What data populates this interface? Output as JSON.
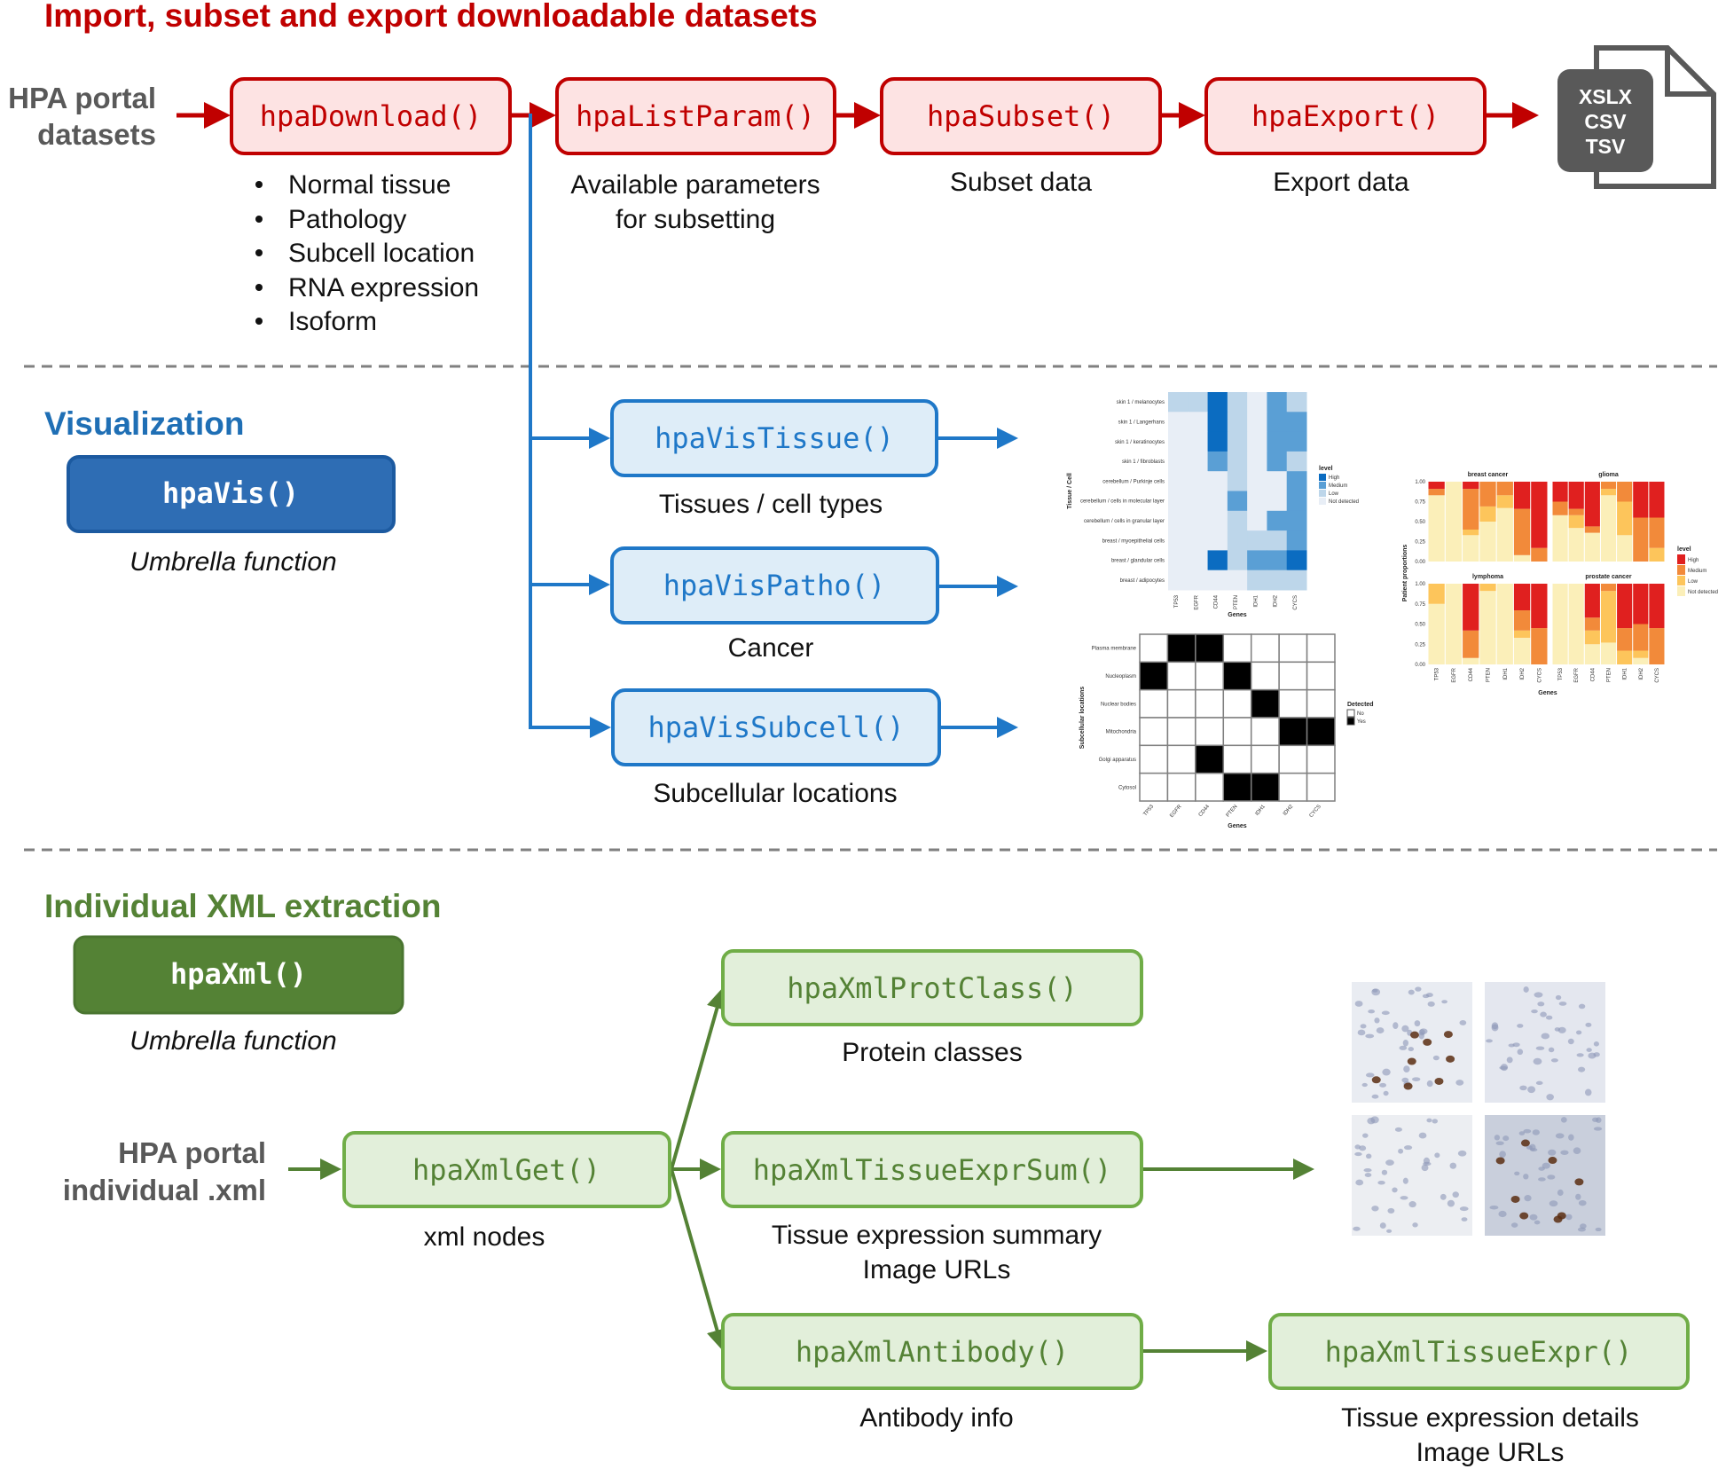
{
  "colors": {
    "import": "#c00000",
    "import_fill": "#fde3e3",
    "vis": "#1f78c8",
    "vis_fill": "#deedf8",
    "vis_dark": "#2e6db4",
    "xml": "#548235",
    "xml_light": "#70ad47",
    "xml_fill": "#e2efda"
  },
  "import_section": {
    "title": "Import, subset and export downloadable datasets",
    "source": [
      "HPA portal",
      "datasets"
    ],
    "functions": [
      "hpaDownload()",
      "hpaListParam()",
      "hpaSubset()",
      "hpaExport()"
    ],
    "download_items": [
      "Normal tissue",
      "Pathology",
      "Subcell location",
      "RNA expression",
      "Isoform"
    ],
    "listparam_caption": [
      "Available parameters",
      "for subsetting"
    ],
    "subset_caption": "Subset data",
    "export_caption": "Export data",
    "file_formats": [
      "XSLX",
      "CSV",
      "TSV"
    ],
    "file_icon": "document-icon"
  },
  "vis_section": {
    "title": "Visualization",
    "umbrella": "hpaVis()",
    "umbrella_caption": "Umbrella function",
    "functions": [
      {
        "name": "hpaVisTissue()",
        "caption": "Tissues / cell types"
      },
      {
        "name": "hpaVisPatho()",
        "caption": "Cancer"
      },
      {
        "name": "hpaVisSubcell()",
        "caption": "Subcellular locations"
      }
    ]
  },
  "xml_section": {
    "title": "Individual XML extraction",
    "umbrella": "hpaXml()",
    "umbrella_caption": "Umbrella function",
    "source": [
      "HPA portal",
      "individual .xml"
    ],
    "get": {
      "name": "hpaXmlGet()",
      "caption": "xml nodes"
    },
    "protclass": {
      "name": "hpaXmlProtClass()",
      "caption": "Protein classes"
    },
    "exprsum": {
      "name": "hpaXmlTissueExprSum()",
      "caption": [
        "Tissue expression summary",
        "Image URLs"
      ]
    },
    "antibody": {
      "name": "hpaXmlAntibody()",
      "caption": "Antibody info"
    },
    "tissueexpr": {
      "name": "hpaXmlTissueExpr()",
      "caption": [
        "Tissue expression details",
        "Image URLs"
      ]
    },
    "images": [
      "ihc-tissue-image",
      "ihc-tissue-image",
      "ihc-tissue-image",
      "ihc-tissue-image"
    ]
  },
  "chart_data": [
    {
      "type": "heatmap",
      "xlabel": "Genes",
      "ylabel": "Tissue / Cell",
      "x": [
        "TP53",
        "EGFR",
        "CD44",
        "PTEN",
        "IDH1",
        "IDH2",
        "CYCS"
      ],
      "y": [
        "skin 1 / melanocytes",
        "skin 1 / Langerhans",
        "skin 1 / keratinocytes",
        "skin 1 / fibroblasts",
        "cerebellum / Purkinje cells",
        "cerebellum / cells in molecular layer",
        "cerebellum / cells in granular layer",
        "breast / myoepithelial cells",
        "breast / glandular cells",
        "breast / adipocytes"
      ],
      "legend_title": "level",
      "levels": [
        "High",
        "Medium",
        "Low",
        "Not detected"
      ],
      "level_colors": {
        "High": "#0b6cc1",
        "Medium": "#5a9fd5",
        "Low": "#bdd6ea",
        "Not detected": "#e8eef6"
      },
      "values": [
        [
          "Low",
          "Low",
          "High",
          "Low",
          "Not detected",
          "Medium",
          "Low"
        ],
        [
          "Not detected",
          "Not detected",
          "High",
          "Low",
          "Not detected",
          "Medium",
          "Medium"
        ],
        [
          "Not detected",
          "Not detected",
          "High",
          "Low",
          "Not detected",
          "Medium",
          "Medium"
        ],
        [
          "Not detected",
          "Not detected",
          "Medium",
          "Low",
          "Not detected",
          "Medium",
          "Low"
        ],
        [
          "Not detected",
          "Not detected",
          "Not detected",
          "Low",
          "Not detected",
          "Not detected",
          "Medium"
        ],
        [
          "Not detected",
          "Not detected",
          "Not detected",
          "Medium",
          "Not detected",
          "Not detected",
          "Medium"
        ],
        [
          "Not detected",
          "Not detected",
          "Not detected",
          "Low",
          "Not detected",
          "Medium",
          "Medium"
        ],
        [
          "Not detected",
          "Not detected",
          "Not detected",
          "Low",
          "Low",
          "Low",
          "Medium"
        ],
        [
          "Not detected",
          "Not detected",
          "High",
          "Low",
          "Medium",
          "Medium",
          "High"
        ],
        [
          "Not detected",
          "Not detected",
          "Not detected",
          "Not detected",
          "Low",
          "Low",
          "Low"
        ]
      ]
    },
    {
      "type": "bar",
      "stacked": true,
      "xlabel": "Genes",
      "ylabel": "Patient proportions",
      "ylim": [
        0,
        1
      ],
      "yticks": [
        "0.00",
        "0.25",
        "0.50",
        "0.75",
        "1.00"
      ],
      "categories": [
        "TP53",
        "EGFR",
        "CD44",
        "PTEN",
        "IDH1",
        "IDH2",
        "CYCS"
      ],
      "legend_title": "level",
      "levels": [
        "High",
        "Medium",
        "Low",
        "Not detected"
      ],
      "level_colors": {
        "High": "#e0201f",
        "Medium": "#f28a3a",
        "Low": "#fdc55b",
        "Not detected": "#fbefb9"
      },
      "stack_order": [
        "Not detected",
        "Low",
        "Medium",
        "High"
      ],
      "panels": [
        {
          "title": "breast cancer",
          "values": [
            [
              0.83,
              0,
              0.08,
              0.09
            ],
            [
              1,
              0,
              0,
              0
            ],
            [
              0.33,
              0.07,
              0.51,
              0.09
            ],
            [
              0.5,
              0.19,
              0.31,
              0
            ],
            [
              0.67,
              0.16,
              0.17,
              0
            ],
            [
              0.08,
              0,
              0.58,
              0.34
            ],
            [
              0,
              0,
              0.17,
              0.83
            ]
          ]
        },
        {
          "title": "glioma",
          "values": [
            [
              0.58,
              0,
              0.17,
              0.25
            ],
            [
              0.42,
              0.16,
              0.08,
              0.34
            ],
            [
              0.36,
              0,
              0.08,
              0.56
            ],
            [
              0.83,
              0.08,
              0.09,
              0
            ],
            [
              0.33,
              0.42,
              0.25,
              0
            ],
            [
              0,
              0,
              0.55,
              0.45
            ],
            [
              0,
              0.17,
              0.38,
              0.45
            ]
          ]
        },
        {
          "title": "lymphoma",
          "values": [
            [
              0.75,
              0.25,
              0,
              0
            ],
            [
              1,
              0,
              0,
              0
            ],
            [
              0.08,
              0,
              0.34,
              0.58
            ],
            [
              0.91,
              0.09,
              0,
              0
            ],
            [
              1,
              0,
              0,
              0
            ],
            [
              0.33,
              0.09,
              0.25,
              0.33
            ],
            [
              0,
              0,
              0.45,
              0.55
            ]
          ]
        },
        {
          "title": "prostate cancer",
          "values": [
            [
              1,
              0,
              0,
              0
            ],
            [
              1,
              0,
              0,
              0
            ],
            [
              0.25,
              0.17,
              0.16,
              0.42
            ],
            [
              0.27,
              0.64,
              0.09,
              0
            ],
            [
              0,
              0.17,
              0.28,
              0.55
            ],
            [
              0.08,
              0.09,
              0.33,
              0.5
            ],
            [
              0,
              0,
              0.45,
              0.55
            ]
          ]
        }
      ]
    },
    {
      "type": "heatmap",
      "xlabel": "Genes",
      "ylabel": "Subcellular locations",
      "x": [
        "TP53",
        "EGFR",
        "CD44",
        "PTEN",
        "IDH1",
        "IDH2",
        "CYCS"
      ],
      "y": [
        "Plasma membrane",
        "Nucleoplasm",
        "Nuclear bodies",
        "Mitochondria",
        "Golgi apparatus",
        "Cytosol"
      ],
      "legend_title": "Detected",
      "levels": [
        "No",
        "Yes"
      ],
      "level_colors": {
        "No": "#ffffff",
        "Yes": "#000000"
      },
      "values": [
        [
          "No",
          "Yes",
          "Yes",
          "No",
          "No",
          "No",
          "No"
        ],
        [
          "Yes",
          "No",
          "No",
          "Yes",
          "No",
          "No",
          "No"
        ],
        [
          "No",
          "No",
          "No",
          "No",
          "Yes",
          "No",
          "No"
        ],
        [
          "No",
          "No",
          "No",
          "No",
          "No",
          "Yes",
          "Yes"
        ],
        [
          "No",
          "No",
          "Yes",
          "No",
          "No",
          "No",
          "No"
        ],
        [
          "No",
          "No",
          "No",
          "Yes",
          "Yes",
          "No",
          "No"
        ]
      ]
    }
  ]
}
